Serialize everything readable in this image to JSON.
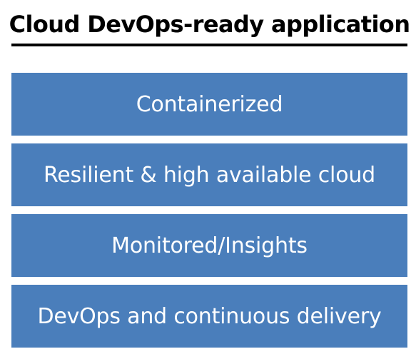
{
  "title": "Cloud DevOps-ready application",
  "colors": {
    "layer_fill": "#4a7ebb",
    "title_text": "#000000",
    "layer_text": "#ffffff"
  },
  "layers": [
    {
      "label": "Containerized"
    },
    {
      "label": "Resilient & high available cloud"
    },
    {
      "label": "Monitored/Insights"
    },
    {
      "label": "DevOps and continuous delivery"
    }
  ]
}
